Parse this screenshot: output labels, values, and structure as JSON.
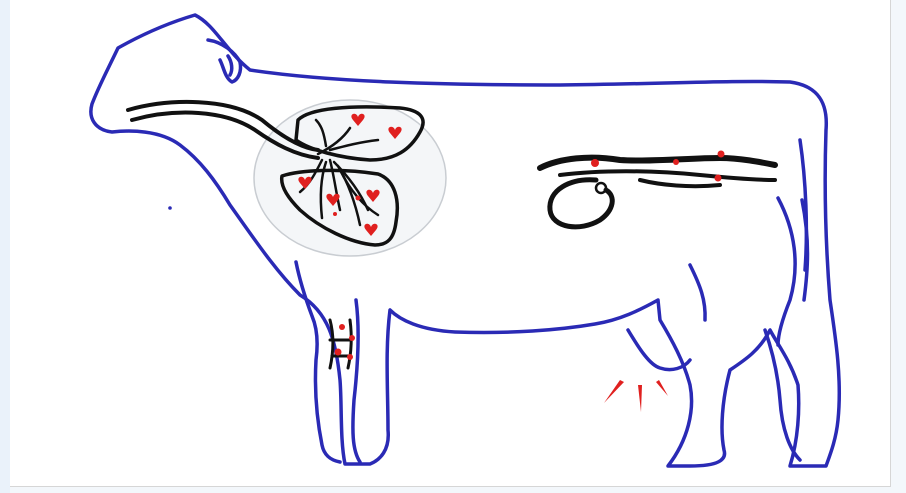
{
  "diagram": {
    "subject": "cow-anatomy-sketch",
    "colors": {
      "outline": "#2a2ab5",
      "organ": "#111111",
      "lesion": "#e0201f",
      "bubble_fill": "#f4f6f8",
      "bubble_stroke": "#c9cdd2"
    },
    "regions": [
      {
        "name": "respiratory-tract",
        "markers": 8
      },
      {
        "name": "intestine",
        "markers": 4
      },
      {
        "name": "joint",
        "markers": 4
      },
      {
        "name": "udder",
        "markers": 3
      }
    ]
  }
}
